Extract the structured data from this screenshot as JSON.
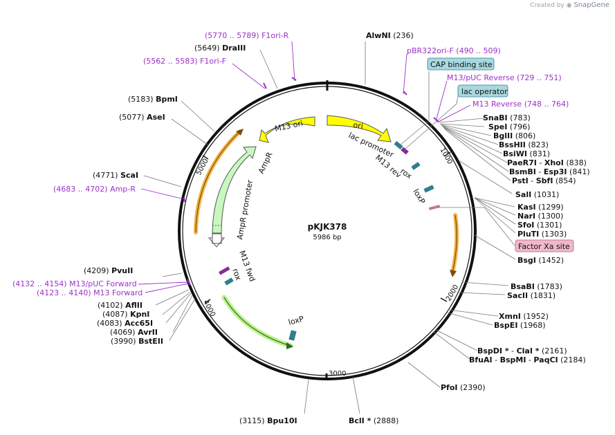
{
  "credit": {
    "prefix": "Created by",
    "brand": "SnapGene"
  },
  "plasmid": {
    "name": "pKJK378",
    "size": "5986 bp"
  },
  "ticks": [
    "1000",
    "2000",
    "3000",
    "4000",
    "5000"
  ],
  "sites": [
    {
      "name": "AlwNI",
      "pos": "(236)"
    },
    {
      "name": "SnaBI",
      "pos": "(783)"
    },
    {
      "name": "SpeI",
      "pos": "(796)"
    },
    {
      "name": "BglII",
      "pos": "(806)"
    },
    {
      "name": "BssHII",
      "pos": "(823)"
    },
    {
      "name": "BsiWI",
      "pos": "(831)"
    },
    {
      "name": "PaeR7I",
      "name2": "XhoI",
      "pos": "(838)"
    },
    {
      "name": "BsmBI",
      "name2": "Esp3I",
      "pos": "(841)"
    },
    {
      "name": "PstI",
      "name2": "SbfI",
      "pos": "(854)"
    },
    {
      "name": "SalI",
      "pos": "(1031)"
    },
    {
      "name": "KasI",
      "pos": "(1299)"
    },
    {
      "name": "NarI",
      "pos": "(1300)"
    },
    {
      "name": "SfoI",
      "pos": "(1301)"
    },
    {
      "name": "PluTI",
      "pos": "(1303)"
    },
    {
      "name": "BsgI",
      "pos": "(1452)"
    },
    {
      "name": "BsaBI",
      "pos": "(1783)"
    },
    {
      "name": "SacII",
      "pos": "(1831)"
    },
    {
      "name": "XmnI",
      "pos": "(1952)"
    },
    {
      "name": "BspEI",
      "pos": "(1968)"
    },
    {
      "name": "BspDI *",
      "name2": "ClaI *",
      "pos": "(2161)"
    },
    {
      "name": "BfuAI",
      "name2": "BspMI",
      "name3": "PaqCI",
      "pos": "(2184)"
    },
    {
      "name": "PfoI",
      "pos": "(2390)"
    },
    {
      "name": "BclI *",
      "pos": "(2888)"
    },
    {
      "name": "Bpu10I",
      "pos": "(3115)"
    },
    {
      "name": "BstEII",
      "pos": "(3990)"
    },
    {
      "name": "AvrII",
      "pos": "(4069)"
    },
    {
      "name": "Acc65I",
      "pos": "(4083)"
    },
    {
      "name": "KpnI",
      "pos": "(4087)"
    },
    {
      "name": "AflII",
      "pos": "(4102)"
    },
    {
      "name": "PvuII",
      "pos": "(4209)"
    },
    {
      "name": "ScaI",
      "pos": "(4771)"
    },
    {
      "name": "AseI",
      "pos": "(5077)"
    },
    {
      "name": "BpmI",
      "pos": "(5183)"
    },
    {
      "name": "DraIII",
      "pos": "(5649)"
    }
  ],
  "primers": [
    {
      "name": "F1ori-R",
      "range": "(5770 .. 5789)"
    },
    {
      "name": "F1ori-F",
      "range": "(5562 .. 5583)"
    },
    {
      "name": "pBR322ori-F",
      "range": "(490 .. 509)"
    },
    {
      "name": "M13/pUC Reverse",
      "range": "(729 .. 751)"
    },
    {
      "name": "M13 Reverse",
      "range": "(748 .. 764)"
    },
    {
      "name": "Amp-R",
      "range": "(4683 .. 4702)"
    },
    {
      "name": "M13/pUC Forward",
      "range": "(4132 .. 4154)"
    },
    {
      "name": "M13 Forward",
      "range": "(4123 .. 4140)"
    }
  ],
  "boxed": {
    "cap": "CAP binding site",
    "lacop": "lac operator",
    "factorxa": "Factor Xa site"
  },
  "features": {
    "m13ori": "M13 ori",
    "ori": "ori",
    "lac_promoter": "lac promoter",
    "rox1": "rox",
    "m13rev": "M13 rev",
    "loxp1": "loxP",
    "ampr": "AmpR",
    "ampr_promoter": "AmpR promoter",
    "m13fwd": "M13 fwd",
    "rox2": "rox",
    "loxp2": "loxP"
  },
  "colors": {
    "primer": "#9b30c8",
    "ring": "#111111",
    "feature_yellow": "#ffff00",
    "feature_green": "#c8f8c0",
    "orange_arc": "#f5b442",
    "teal": "#2f7f8c",
    "cap_box": "#a8d8e0",
    "factor_box": "#f0b8cc"
  }
}
